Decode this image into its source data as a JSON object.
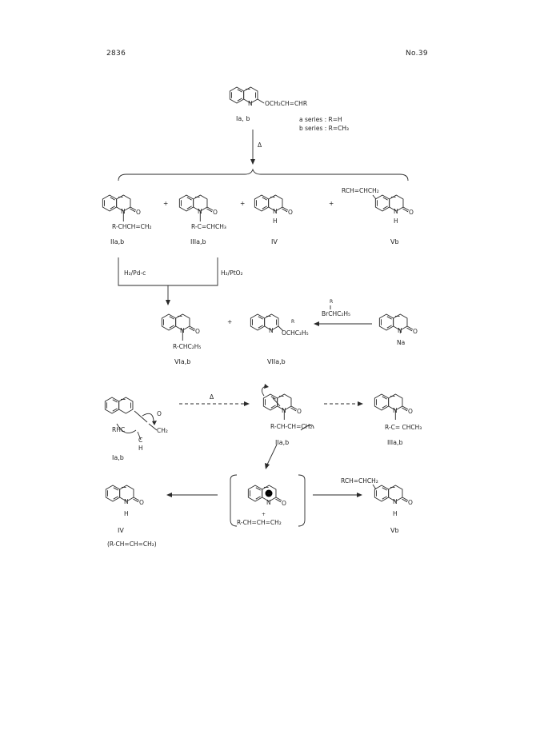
{
  "header": {
    "page_number": "2836",
    "journal_issue": "No.39"
  },
  "scheme1": {
    "start_substituent": "OCH₂CH=CHR",
    "start_label": "Ia, b",
    "series_a": "a series :  R=H",
    "series_b": "b series :  R=CH₃",
    "heat": "Δ",
    "plus": "+",
    "comp2_sub": "R-CHCH=CH₂",
    "comp2_label": "IIa,b",
    "comp3_sub": "R-C=CHCH₃",
    "comp3_label": "IIIa,b",
    "comp4_label": "IV",
    "comp5_sub": "RCH=CHCH₂",
    "comp5_label": "Vb",
    "H": "H",
    "N": "N",
    "O": "O",
    "reagent_left": "H₂/Pd-c",
    "reagent_right": "H₂/PtO₂",
    "comp6_sub": "R-CHC₂H₅",
    "comp6_label": "VIa,b",
    "comp7_sub": "OCHC₂H₅",
    "comp7_R": "R",
    "comp7_label": "VIIa,b",
    "bromide_R": "R",
    "bromide": "BrCHC₂H₅",
    "salt_Na": "Na"
  },
  "scheme2": {
    "heat": "Δ",
    "start_O": "O",
    "start_rhc": "RHC",
    "start_ch2": "CH₂",
    "start_c": "C",
    "start_H": "H",
    "start_label": "Ia,b",
    "mid_sub": "R-CH-CH=CH₂",
    "mid_label": "IIa,b",
    "right_sub": "R-C= CHCH₃",
    "right_label": "IIIa,b",
    "ion_pair_sub": "R-CH=CH=CH₂",
    "ion_plus": "+",
    "ion_minus": "−",
    "product_IV_label": "IV",
    "product_IV_byproduct": "(R-CH=CH=CH₂)",
    "product_V_sub": "RCH=CHCH₂",
    "product_V_label": "Vb"
  }
}
